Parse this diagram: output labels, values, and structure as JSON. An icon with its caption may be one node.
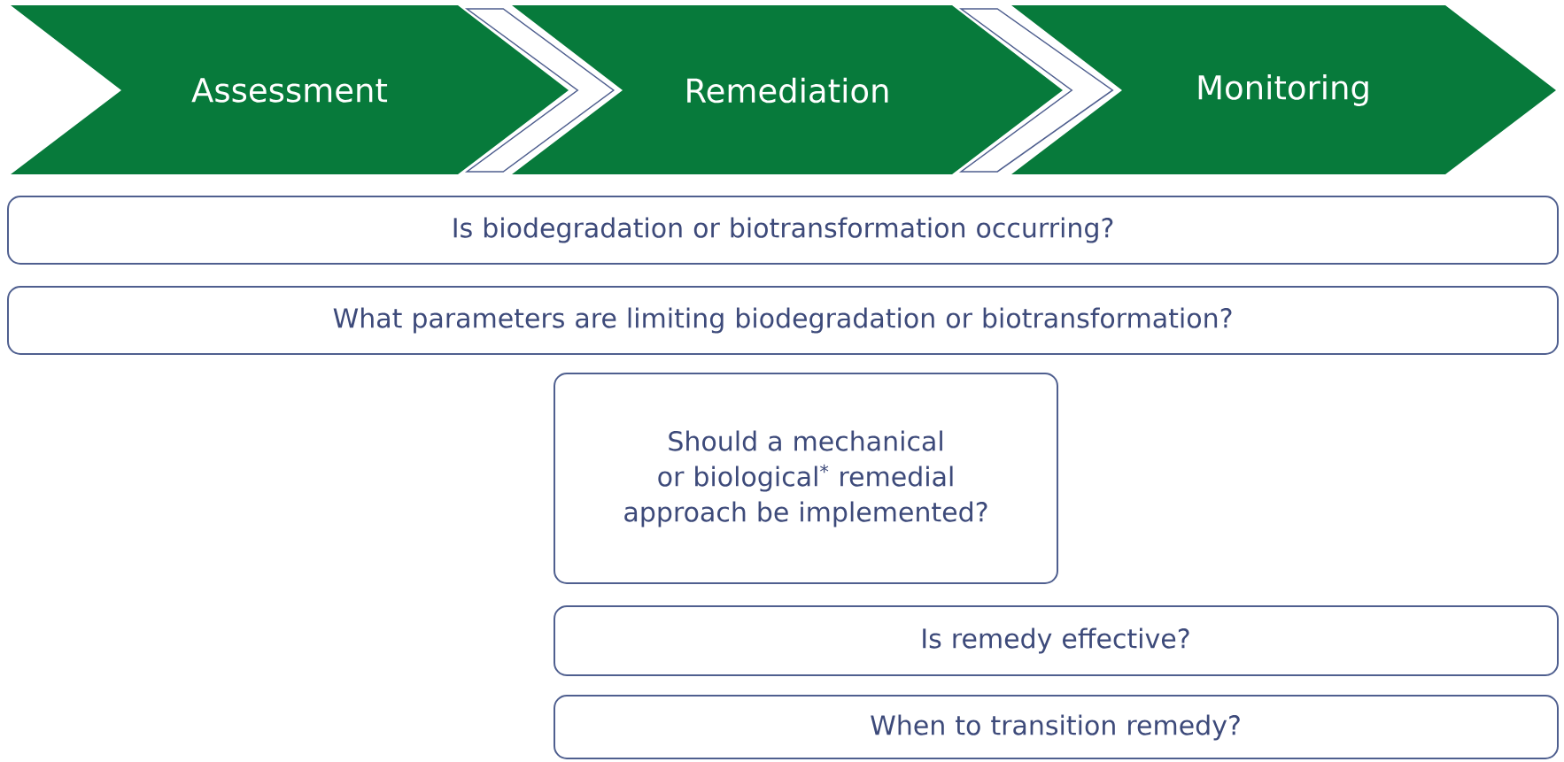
{
  "diagram": {
    "nodes": [
      {
        "text": [
          "Assessment"
        ]
      },
      {
        "text": [
          "Remediation"
        ]
      },
      {
        "text": [
          "Monitoring"
        ]
      },
      {
        "text": [
          "Is biodegradation or biotransformation occurring?"
        ]
      },
      {
        "text": [
          "What parameters are limiting biodegradation or biotransformation?"
        ]
      },
      {
        "text": [
          "Should a mechanical or biological$^{*}$ remedial approach be implemented?"
        ]
      },
      {
        "text": [
          "Is remedy effective?"
        ]
      },
      {
        "text": [
          "When to transition remedy?"
        ]
      }
    ],
    "edges": [
      {
        "from": 0,
        "to": 1,
        "arrow": "to"
      },
      {
        "from": 1,
        "to": 2,
        "arrow": "to"
      }
    ]
  }
}
